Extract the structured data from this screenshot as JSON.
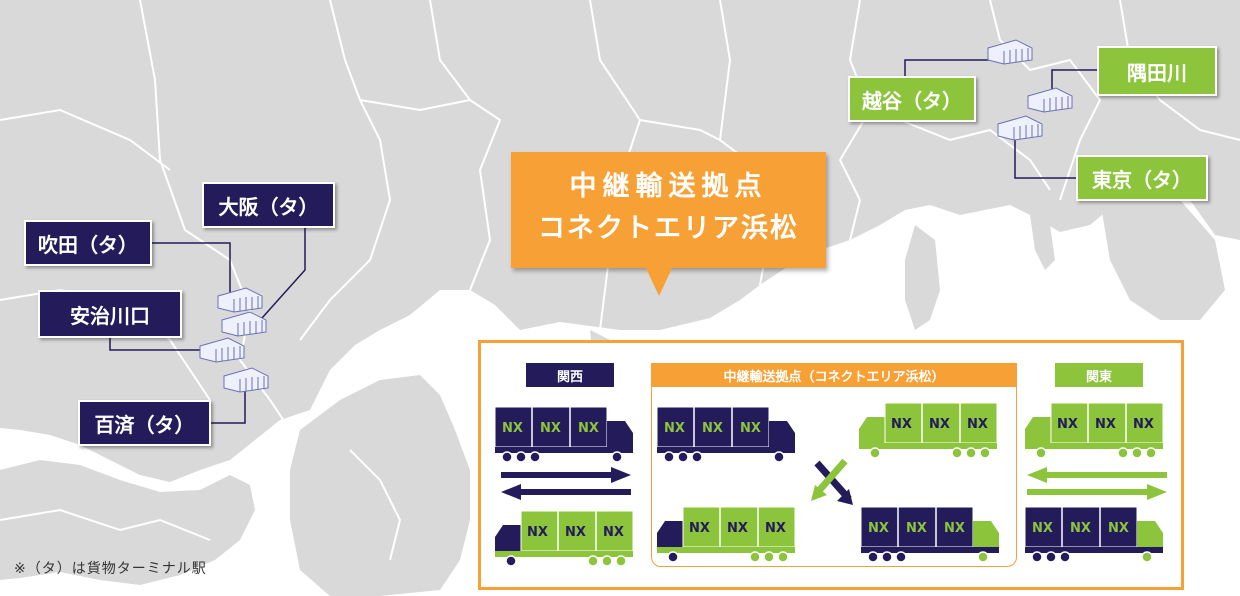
{
  "colors": {
    "kansai": "#231b5a",
    "kanto": "#8cc43c",
    "accent": "#f7a035",
    "land": "#d9d9d9",
    "border": "#ffffff"
  },
  "callout": {
    "line1": "中継輸送拠点",
    "line2": "コネクトエリア浜松"
  },
  "kansai_stations": [
    "大阪（タ）",
    "吹田（タ）",
    "安治川口",
    "百済（タ）"
  ],
  "kanto_stations": [
    "越谷（タ）",
    "隅田川",
    "東京（タ）"
  ],
  "panel": {
    "kansai_header": "関西",
    "hub_header": "中継輸送拠点（コネクトエリア浜松）",
    "kanto_header": "関東"
  },
  "truck_label": "NX",
  "note": "※（タ）は貨物ターミナル駅",
  "icons": [
    "station-icon",
    "truck-icon",
    "arrow-right-icon",
    "arrow-left-icon",
    "swap-cross-icon"
  ]
}
